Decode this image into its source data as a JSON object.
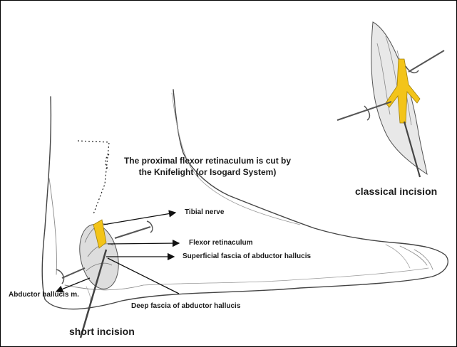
{
  "annotation": {
    "line1": "The proximal flexor retinaculum is cut by",
    "line2": "the Knifelight (or Isogard System)"
  },
  "labels": {
    "tibial_nerve": "Tibial nerve",
    "flexor_retinaculum": "Flexor retinaculum",
    "superficial_fascia": "Superficial fascia of abductor hallucis",
    "abductor_hallucis": "Abductor hallucis m.",
    "deep_fascia": "Deep fascia of abductor hallucis"
  },
  "captions": {
    "classical": "classical incision",
    "short": "short incision"
  },
  "colors": {
    "nerve": "#f3c419",
    "ink": "#333333",
    "background": "#ffffff"
  }
}
